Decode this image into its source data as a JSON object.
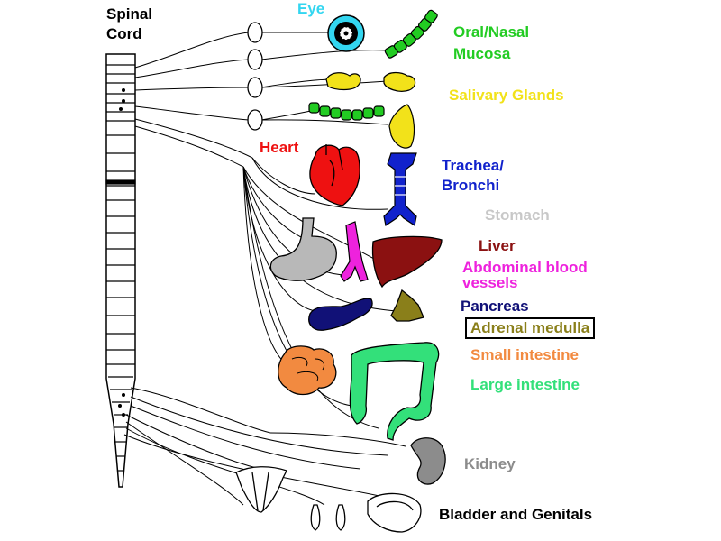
{
  "labels": {
    "spinal_cord": [
      "Spinal",
      "Cord"
    ],
    "eye": "Eye",
    "oral_nasal": [
      "Oral/Nasal",
      "Mucosa"
    ],
    "salivary": "Salivary Glands",
    "heart": "Heart",
    "trachea": [
      "Trachea/",
      "Bronchi"
    ],
    "stomach": "Stomach",
    "liver": "Liver",
    "abdominal": [
      "Abdominal blood",
      "vessels"
    ],
    "pancreas": "Pancreas",
    "adrenal": "Adrenal medulla",
    "small_int": "Small intestine",
    "large_int": "Large intestine",
    "kidney": "Kidney",
    "bladder": "Bladder and Genitals"
  },
  "colors": {
    "eye": "#33d6f0",
    "oral_nasal": "#22cc22",
    "salivary": "#f2e21a",
    "heart": "#ee1111",
    "trachea": "#1122cc",
    "stomach": "#b8b8b8",
    "liver": "#8b1111",
    "abdominal": "#ee22dd",
    "pancreas": "#111177",
    "adrenal": "#8a7f1a",
    "small_int": "#f28a40",
    "large_int": "#33e07a",
    "kidney": "#8c8c8c",
    "bladder": "#000000",
    "spinal_cord": "#000000"
  }
}
